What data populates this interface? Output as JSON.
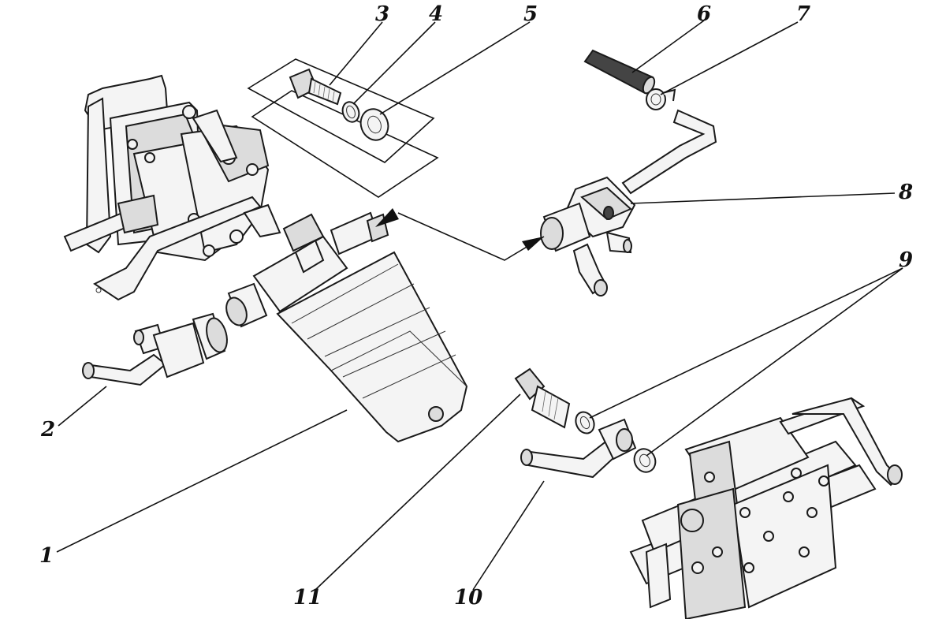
{
  "callouts": {
    "c1": "1",
    "c2": "2",
    "c3": "3",
    "c4": "4",
    "c5": "5",
    "c6": "6",
    "c7": "7",
    "c8": "8",
    "c9": "9",
    "c10": "10",
    "c11": "11"
  },
  "colors": {
    "ink": "#111111",
    "paper": "#ffffff",
    "metal_light": "#f4f4f4",
    "metal_mid": "#dcdcdc",
    "metal_dark": "#444444"
  }
}
